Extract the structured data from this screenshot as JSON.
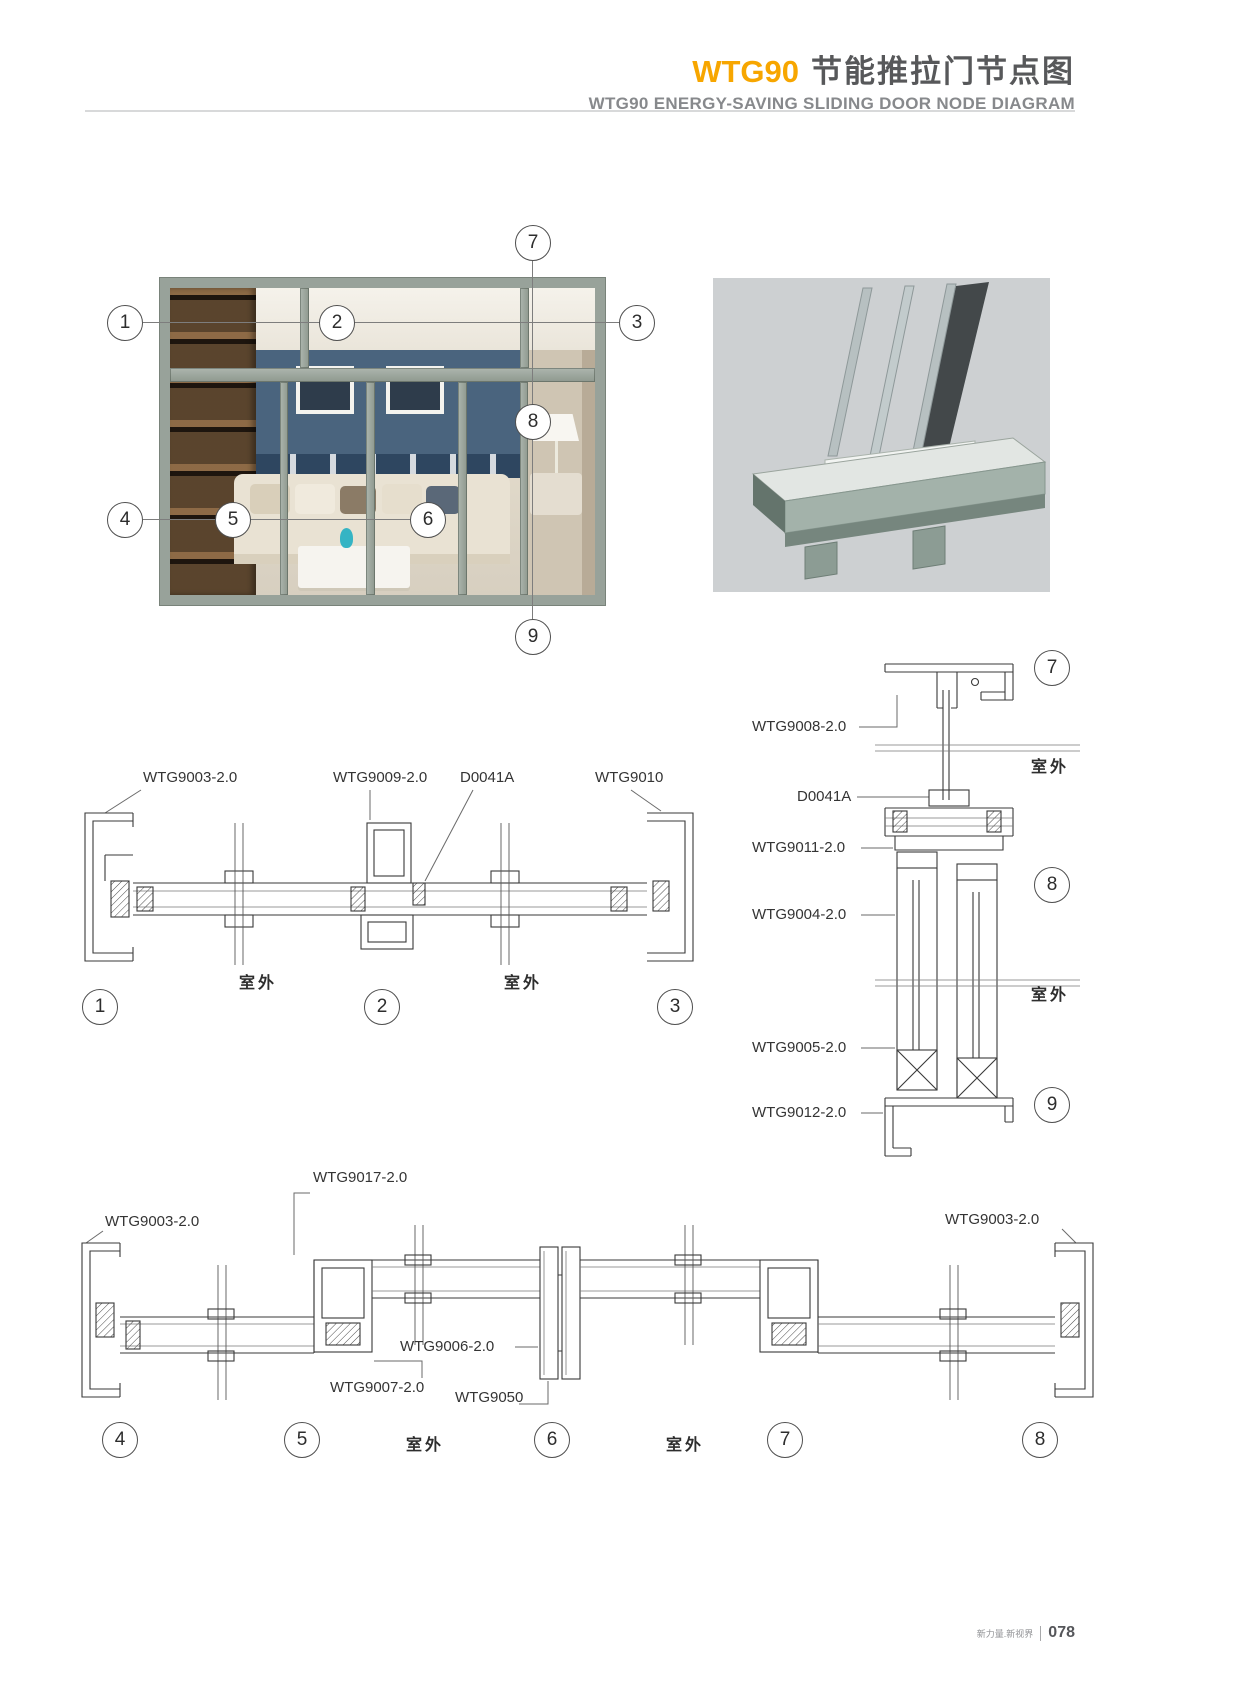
{
  "header": {
    "brand": "WTG90",
    "title_cn": "节能推拉门节点图",
    "title_en": "WTG90 ENERGY-SAVING SLIDING DOOR NODE DIAGRAM"
  },
  "colors": {
    "brand_orange": "#F7A600",
    "title_gray": "#57585a",
    "subtitle_gray": "#87898c"
  },
  "terms": {
    "outdoor": "室外"
  },
  "photo": {
    "callouts": [
      "7",
      "1",
      "2",
      "3",
      "8",
      "4",
      "5",
      "6",
      "9"
    ]
  },
  "drawing1": {
    "labels": {
      "left_jamb": "WTG9003-2.0",
      "mid_mullion": "WTG9009-2.0",
      "gasket": "D0041A",
      "right_jamb": "WTG9010"
    },
    "nodes": [
      "1",
      "2",
      "3"
    ]
  },
  "drawing2": {
    "labels": {
      "head": "WTG9008-2.0",
      "gasket": "D0041A",
      "transom": "WTG9011-2.0",
      "sash_top": "WTG9004-2.0",
      "sash_bottom": "WTG9005-2.0",
      "sill": "WTG9012-2.0"
    },
    "nodes": [
      "7",
      "8",
      "9"
    ]
  },
  "drawing3": {
    "labels": {
      "adapter": "WTG9017-2.0",
      "left_jamb": "WTG9003-2.0",
      "right_jamb": "WTG9003-2.0",
      "glass_bead": "WTG9006-2.0",
      "sash_stile": "WTG9007-2.0",
      "interlock": "WTG9050"
    },
    "nodes": [
      "4",
      "5",
      "6",
      "7",
      "8"
    ]
  },
  "footer": {
    "slogan": "新力量.新视界",
    "page": "078"
  }
}
